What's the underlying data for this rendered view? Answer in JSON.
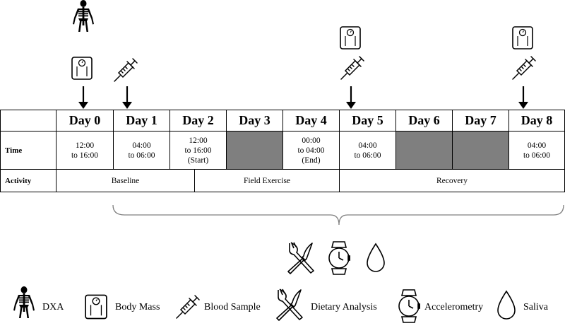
{
  "table": {
    "day_headers": [
      "Day 0",
      "Day 1",
      "Day 2",
      "Day 3",
      "Day 4",
      "Day 5",
      "Day 6",
      "Day 7",
      "Day 8"
    ],
    "row_labels": {
      "time": "Time",
      "activity": "Activity"
    },
    "times": [
      "12:00\nto 16:00",
      "04:00\nto 06:00",
      "12:00\nto 16:00\n(Start)",
      "",
      "00:00\nto 04:00\n(End)",
      "04:00\nto 06:00",
      "",
      "",
      "04:00\nto 06:00"
    ],
    "shaded_days": [
      "Day 3",
      "Day 6",
      "Day 7"
    ],
    "activities": [
      "Baseline",
      "Field Exercise",
      "Recovery"
    ]
  },
  "top_icons": {
    "Day 0": [
      "dxa-icon",
      "body-mass-icon"
    ],
    "Day 1": [
      "blood-sample-icon"
    ],
    "Day 5": [
      "body-mass-icon",
      "blood-sample-icon"
    ],
    "Day 8": [
      "body-mass-icon",
      "blood-sample-icon"
    ]
  },
  "brace_icons": [
    "dietary-analysis-icon",
    "accelerometry-icon",
    "saliva-icon"
  ],
  "legend": {
    "dxa": "DXA",
    "body_mass": "Body Mass",
    "blood_sample": "Blood Sample",
    "dietary_analysis": "Dietary Analysis",
    "accelerometry": "Accelerometry",
    "saliva": "Saliva"
  }
}
